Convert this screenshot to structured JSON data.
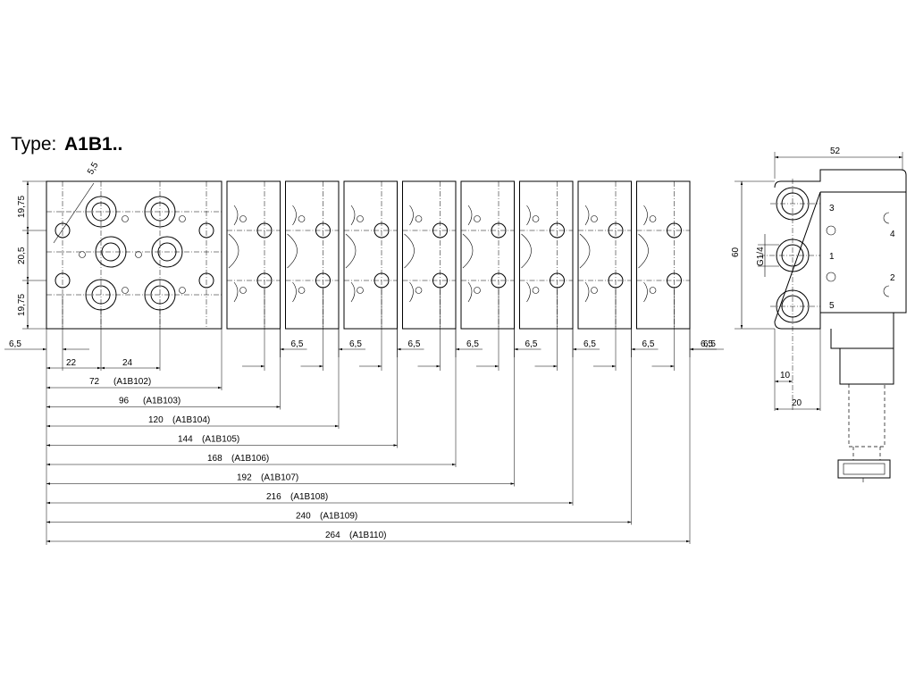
{
  "title": {
    "prefix": "Type:",
    "code": "A1B1.."
  },
  "front_view": {
    "hole_diameter": "5,5",
    "vertical_dims": [
      "19,75",
      "20,5",
      "19,75"
    ],
    "edge_offset": "6,5",
    "spacing_dims": [
      "22",
      "24"
    ],
    "overall_lengths": [
      {
        "length": "72",
        "model": "(A1B102)"
      },
      {
        "length": "96",
        "model": "(A1B103)"
      },
      {
        "length": "120",
        "model": "(A1B104)"
      },
      {
        "length": "144",
        "model": "(A1B105)"
      },
      {
        "length": "168",
        "model": "(A1B106)"
      },
      {
        "length": "192",
        "model": "(A1B107)"
      },
      {
        "length": "216",
        "model": "(A1B108)"
      },
      {
        "length": "240",
        "model": "(A1B109)"
      },
      {
        "length": "264",
        "model": "(A1B110)"
      }
    ]
  },
  "side_view": {
    "width": "52",
    "height": "60",
    "thread": "G1/4",
    "dims": [
      "10",
      "20"
    ],
    "port_labels": [
      "3",
      "1",
      "5",
      "4",
      "2"
    ]
  }
}
